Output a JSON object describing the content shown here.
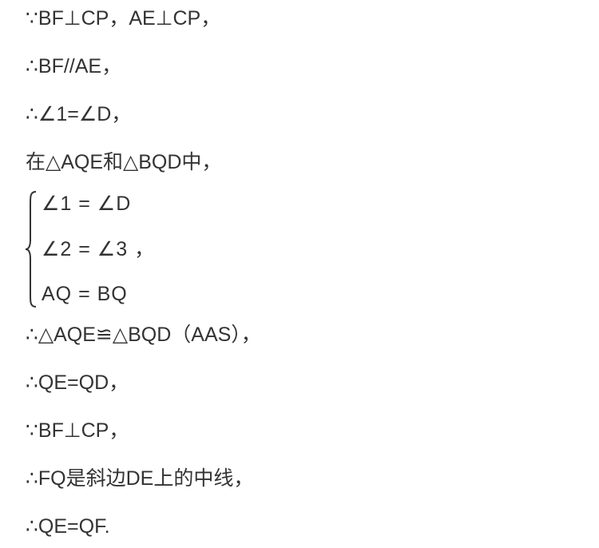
{
  "proof": {
    "l1": "∵BF⊥CP，AE⊥CP，",
    "l2": "∴BF//AE，",
    "l3": "∴∠1=∠D，",
    "l4": "在△AQE和△BQD中，",
    "system": {
      "row1": "∠1 = ∠D",
      "row2": "∠2 = ∠3 ，",
      "row3": "AQ = BQ"
    },
    "l5": "∴△AQE≌△BQD（AAS），",
    "l6": "∴QE=QD，",
    "l7": "∵BF⊥CP，",
    "l8": "∴FQ是斜边DE上的中线，",
    "l9": "∴QE=QF."
  }
}
